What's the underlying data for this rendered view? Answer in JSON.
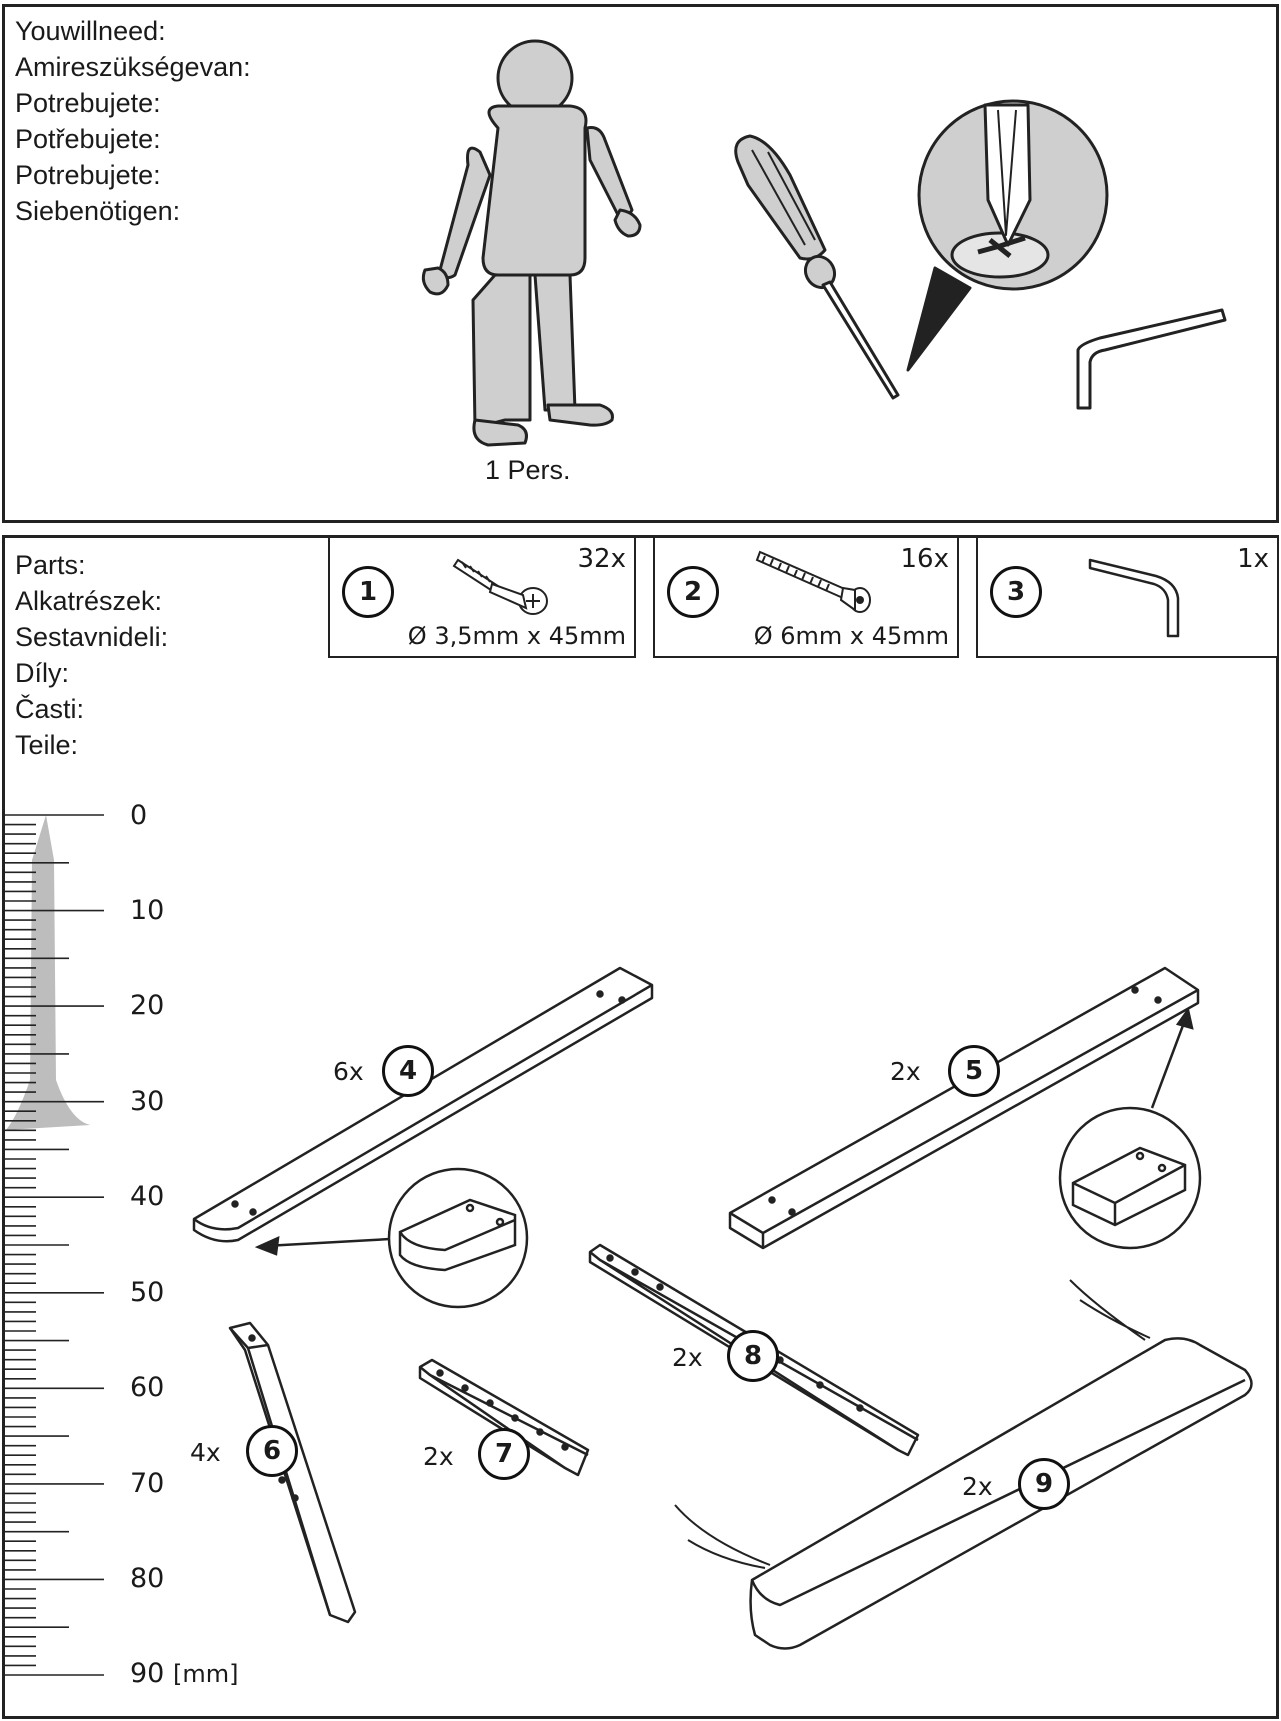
{
  "need_section": {
    "languages": [
      "Youwillneed:",
      "Amireszükségevan:",
      "Potrebujete:",
      "Potřebujete:",
      "Potrebujete:",
      "Siebenötigen:"
    ],
    "person_label": "1 Pers.",
    "icons": [
      "person-icon",
      "screwdriver-icon",
      "screw-head-magnifier-icon",
      "allen-key-icon"
    ]
  },
  "parts_section": {
    "languages": [
      "Parts:",
      "Alkatrészek:",
      "Sestavnideli:",
      "Díly:",
      "Časti:",
      "Teile:"
    ],
    "hardware": [
      {
        "number": "1",
        "quantity": "32x",
        "dimension": "Ø 3,5mm x 45mm",
        "icon": "wood-screw-icon"
      },
      {
        "number": "2",
        "quantity": "16x",
        "dimension": "Ø 6mm x 45mm",
        "icon": "bolt-icon"
      },
      {
        "number": "3",
        "quantity": "1x",
        "dimension": "",
        "icon": "allen-key-icon"
      }
    ],
    "pieces": [
      {
        "number": "4",
        "quantity": "6x"
      },
      {
        "number": "5",
        "quantity": "2x"
      },
      {
        "number": "6",
        "quantity": "4x"
      },
      {
        "number": "7",
        "quantity": "2x"
      },
      {
        "number": "8",
        "quantity": "2x"
      },
      {
        "number": "9",
        "quantity": "2x"
      }
    ],
    "ruler": {
      "labels": [
        "0",
        "10",
        "20",
        "30",
        "40",
        "50",
        "60",
        "70",
        "80",
        "90"
      ],
      "unit": "[mm]"
    }
  },
  "colors": {
    "line": "#222222",
    "fill_gray": "#cfcfcf",
    "ruler_screw": "#bdbdbd"
  }
}
